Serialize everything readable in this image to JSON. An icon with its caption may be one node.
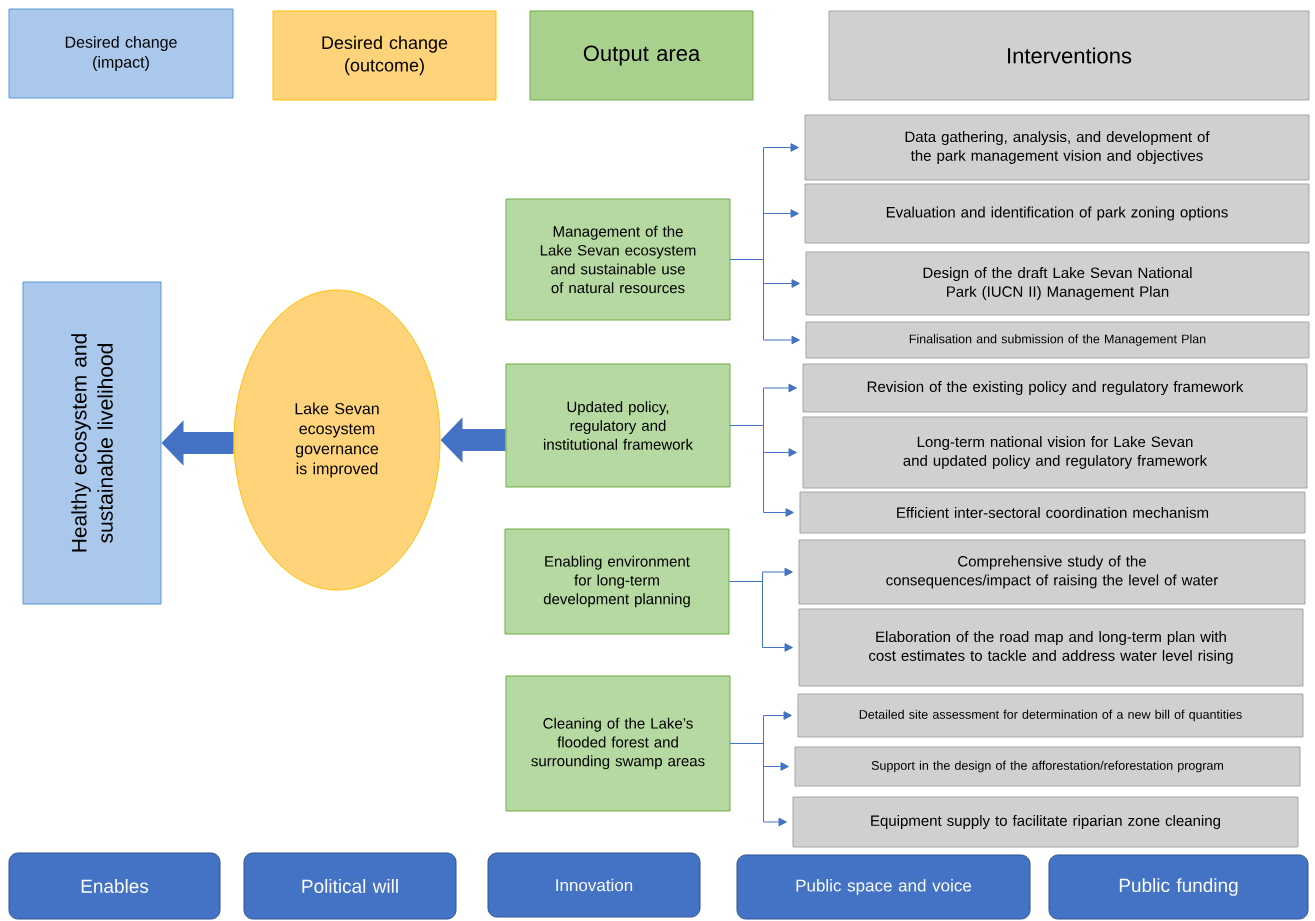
{
  "diagram": {
    "nodes": [
      {
        "text": [
          "Desired change (impact)"
        ]
      },
      {
        "text": [
          "Desired change (outcome)"
        ]
      },
      {
        "text": [
          "Output area"
        ]
      },
      {
        "text": [
          "Interventions"
        ]
      },
      {
        "text": [
          "Healthy ecosystem and sustainable livelihood"
        ]
      },
      {
        "text": [
          "Lake Sevan ecosystem governance is improved"
        ]
      },
      {
        "text": [
          "Management of the Lake Sevan ecosystem and sustainable use of natural resources"
        ]
      },
      {
        "text": [
          "Data gathering, analysis, and development of the park management vision and objectives"
        ]
      },
      {
        "text": [
          "Evaluation and identification of park zoning options"
        ]
      },
      {
        "text": [
          "Design of the draft Lake Sevan National Park (IUCN II) Management Plan"
        ]
      },
      {
        "text": [
          "Finalisation and submission of the Management Plan"
        ]
      },
      {
        "text": [
          "Updated policy, regulatory and institutional framework"
        ]
      },
      {
        "text": [
          "Revision of the existing policy and regulatory framework"
        ]
      },
      {
        "text": [
          "Long-term national vision for Lake Sevan and updated policy and regulatory framework"
        ]
      },
      {
        "text": [
          "Efficient inter-sectoral coordination mechanism"
        ]
      },
      {
        "text": [
          "Enabling environment for long-term development planning"
        ]
      },
      {
        "text": [
          "Comprehensive study of the consequences/impact of raising the level of water"
        ]
      },
      {
        "text": [
          "Elaboration of the road map and long-term plan with cost estimates to tackle and address water level rising"
        ]
      },
      {
        "text": [
          "Cleaning of the Lake’s flooded forest and surrounding swamp areas"
        ]
      },
      {
        "text": [
          "Detailed site assessment for determination of a new bill of quantities"
        ]
      },
      {
        "text": [
          "Support in the design of the afforestation/reforestation program"
        ]
      },
      {
        "text": [
          "Equipment supply to facilitate riparian zone cleaning"
        ]
      },
      {
        "text": [
          "Enables"
        ]
      },
      {
        "text": [
          "Political will"
        ]
      },
      {
        "text": [
          "Innovation"
        ]
      },
      {
        "text": [
          "Public space and voice"
        ]
      },
      {
        "text": [
          "Public funding"
        ]
      }
    ],
    "edges": [
      {
        "from": 5,
        "to": 4,
        "arrow": "to",
        "style": "thick"
      },
      {
        "from": 11,
        "to": 5,
        "arrow": "to",
        "style": "thick"
      },
      {
        "from": 6,
        "to": 7,
        "arrow": "to"
      },
      {
        "from": 6,
        "to": 8,
        "arrow": "to"
      },
      {
        "from": 6,
        "to": 9,
        "arrow": "to"
      },
      {
        "from": 6,
        "to": 10,
        "arrow": "to"
      },
      {
        "from": 11,
        "to": 12,
        "arrow": "to"
      },
      {
        "from": 11,
        "to": 13,
        "arrow": "to"
      },
      {
        "from": 11,
        "to": 14,
        "arrow": "to"
      },
      {
        "from": 15,
        "to": 16,
        "arrow": "to"
      },
      {
        "from": 15,
        "to": 17,
        "arrow": "to"
      },
      {
        "from": 18,
        "to": 19,
        "arrow": "to"
      },
      {
        "from": 18,
        "to": 20,
        "arrow": "to"
      },
      {
        "from": 18,
        "to": 21,
        "arrow": "to"
      }
    ]
  }
}
